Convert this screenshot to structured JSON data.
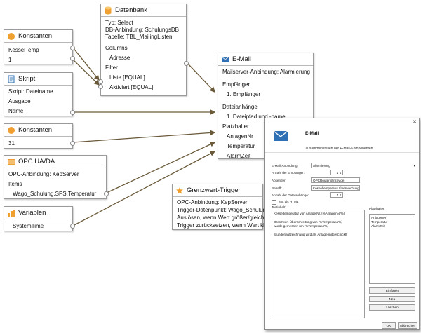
{
  "nodes": {
    "datenbank": {
      "title": "Datenbank",
      "rows": [
        "Typ: Select",
        "DB-Anbindung: SchulungsDB",
        "Tabelle: TBL_MailingListen"
      ],
      "columns_label": "Columns",
      "columns": [
        "Adresse"
      ],
      "filter_label": "Filter",
      "filters": [
        "Liste [EQUAL]",
        "Aktiviert [EQUAL]"
      ]
    },
    "konstanten1": {
      "title": "Konstanten",
      "rows": [
        "KesselTemp",
        "1"
      ]
    },
    "skript": {
      "title": "Skript",
      "line1": "Skript: Dateiname",
      "ausgabe": "Ausgabe",
      "name": "Name"
    },
    "konstanten2": {
      "title": "Konstanten",
      "value": "31"
    },
    "opc": {
      "title": "OPC UA/DA",
      "line1": "OPC-Anbindung: KepServer",
      "items": "Items",
      "item": "Wago_Schulung.SPS.Temperatur"
    },
    "variablen": {
      "title": "Variablen",
      "item": "SystemTime"
    },
    "email": {
      "title": "E-Mail",
      "line1": "Mailserver-Anbindung: Alarmierung",
      "empf_label": "Empfänger",
      "empf": "1. Empfänger",
      "anh_label": "Dateianhänge",
      "anh": "1. Dateipfad und -name",
      "platz_label": "Platzhalter",
      "platz": [
        "AnlagenNr",
        "Temperatur",
        "AlarmZeit"
      ]
    },
    "grenzwert": {
      "title": "Grenzwert-Trigger",
      "rows": [
        "OPC-Anbindung: KepServer",
        "Trigger-Datenpunkt: Wago_Schulun",
        "Auslösen, wenn Wert größer/gleich",
        "Trigger zurücksetzen,  wenn Wert kle"
      ]
    }
  },
  "dialog": {
    "close": "✕",
    "title": "E-Mail",
    "subtitle": "Zusammenstellen der E-Mail-Komponenten",
    "mailserver_label": "E-Mail-Anbindung:",
    "mailserver_value": "Alarmierung",
    "empf_label": "Anzahl der Empfänger:",
    "empf_value": "1",
    "absender_label": "Absender:",
    "absender_value": "OPCRouter@inray.de",
    "betreff_label": "Betreff:",
    "betreff_value": "Kesseltemperatur Überwachung",
    "anh_label": "Anzahl der Dateianhänge:",
    "anh_value": "1",
    "html_label": "Text als HTML",
    "text_label": "Textinhalt:",
    "text_lines": [
      "Kesseltemperatur von Anlage Nr. [%AnlagenNr%]",
      "",
      "Grenzwert-Überschreitung von [%Temperatur%]",
      "wurde gemessen um [%Temperatur%]",
      "",
      "Stundenaufzeichnung wird als Anlage mitgeschickt!"
    ],
    "platz_label": "Platzhalter",
    "platz_items": [
      "AnlagenNr",
      "Temperatur",
      "AlarmZeit"
    ],
    "btn_einfuegen": "Einfügen",
    "btn_neu": "Neu",
    "btn_loeschen": "Löschen",
    "btn_ok": "OK",
    "btn_abbrechen": "Abbrechen"
  },
  "colors": {
    "orange": "#f0a030",
    "blue": "#2f6fb3",
    "wire": "#6a5a3a"
  }
}
